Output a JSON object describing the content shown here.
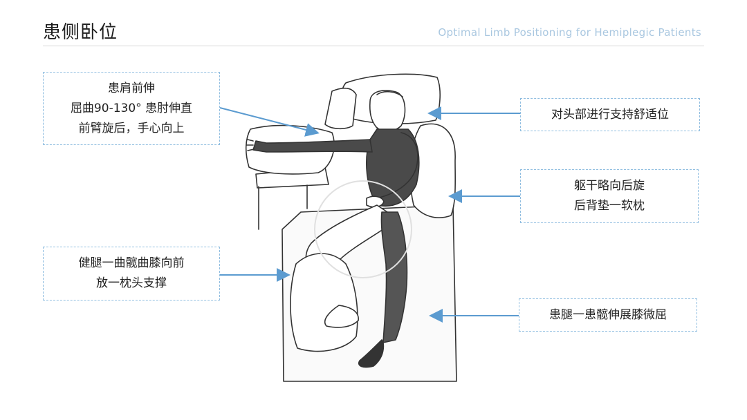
{
  "header": {
    "title": "患侧卧位",
    "subtitle": "Optimal Limb Positioning for Hemiplegic Patients"
  },
  "callouts": {
    "shoulder": [
      "患肩前伸",
      "屈曲90-130° 患肘伸直",
      "前臂旋后，手心向上"
    ],
    "head": [
      "对头部进行支持舒适位"
    ],
    "trunk": [
      "躯干略向后旋",
      "后背垫一软枕"
    ],
    "healthy_leg": [
      "健腿一曲髋曲膝向前",
      "放一枕头支撑"
    ],
    "affected_leg": [
      "患腿一患髋伸展膝微屈"
    ]
  },
  "colors": {
    "arrow": "#5b9bd0",
    "callout_border": "#8fbde0",
    "subtitle": "#a9c7e0"
  }
}
